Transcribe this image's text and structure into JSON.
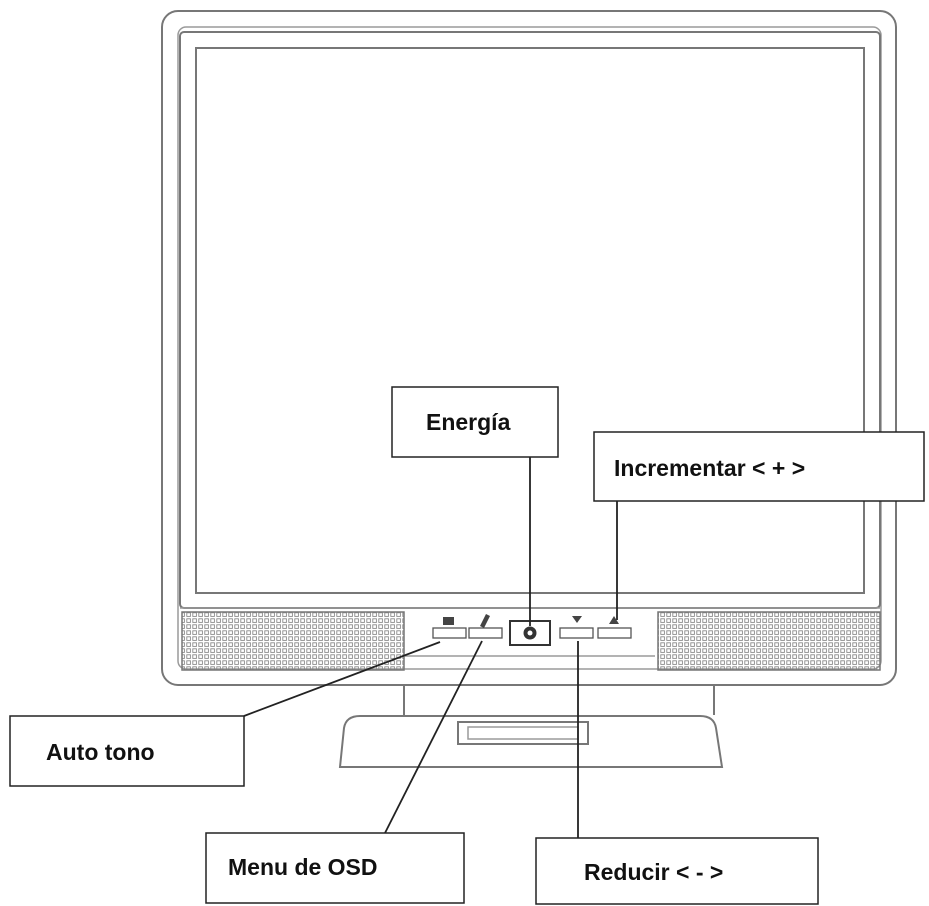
{
  "callouts": {
    "energia": "Energía",
    "incrementar": "Incrementar < + >",
    "auto_tono": "Auto tono",
    "menu_osd": "Menu de OSD",
    "reducir": "Reducir < - >"
  },
  "icons": {
    "auto_tone": "square-icon",
    "menu": "pen-icon",
    "power": "power-icon",
    "decrease": "down-triangle-icon",
    "increase": "up-triangle-icon"
  },
  "colors": {
    "outline": "#777777",
    "text": "#111111"
  }
}
